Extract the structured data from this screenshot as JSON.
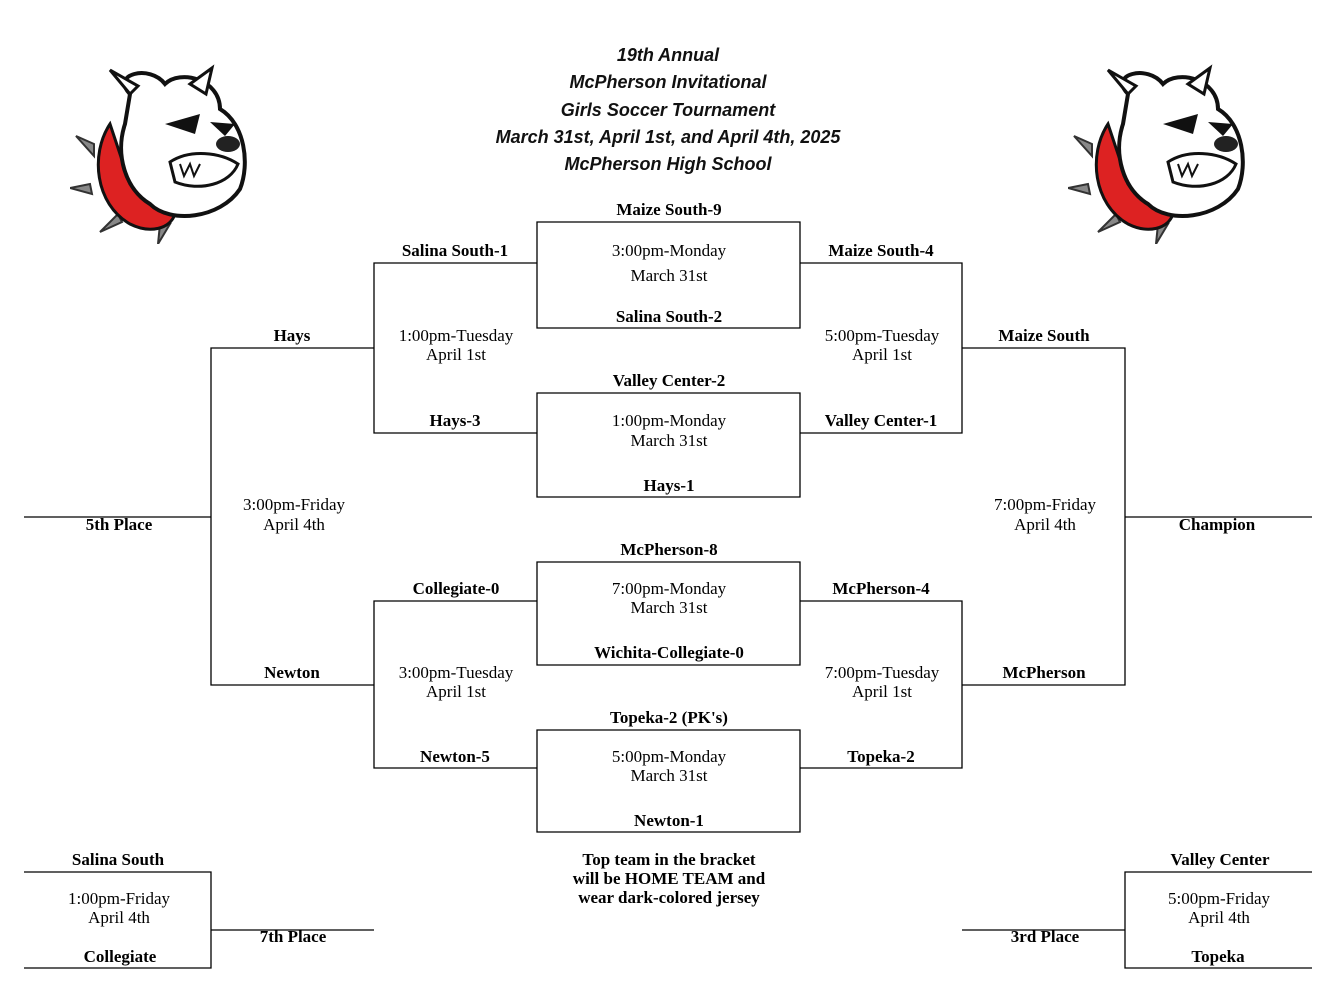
{
  "header": {
    "line1": "19th Annual",
    "line2": "McPherson Invitational",
    "line3": "Girls Soccer Tournament",
    "line4": "March 31st, April 1st, and April 4th, 2025",
    "line5": "McPherson High School"
  },
  "logos": {
    "left": "bulldog-mascot",
    "right": "bulldog-mascot"
  },
  "first_round": [
    {
      "top": "Maize South-9",
      "time": "3:00pm-Monday",
      "date": "March 31st",
      "bottom": "Salina South-2"
    },
    {
      "top": "Valley Center-2",
      "time": "1:00pm-Monday",
      "date": "March 31st",
      "bottom": "Hays-1"
    },
    {
      "top": "McPherson-8",
      "time": "7:00pm-Monday",
      "date": "March 31st",
      "bottom": "Wichita-Collegiate-0"
    },
    {
      "top": "Topeka-2 (PK's)",
      "time": "5:00pm-Monday",
      "date": "March 31st",
      "bottom": "Newton-1"
    }
  ],
  "consolation_semis": [
    {
      "top": "Salina South-1",
      "bottom": "Hays-3",
      "time": "1:00pm-Tuesday",
      "date": "April 1st"
    },
    {
      "top": "Collegiate-0",
      "bottom": "Newton-5",
      "time": "3:00pm-Tuesday",
      "date": "April 1st"
    }
  ],
  "winner_semis": [
    {
      "top": "Maize South-4",
      "bottom": "Valley Center-1",
      "time": "5:00pm-Tuesday",
      "date": "April 1st"
    },
    {
      "top": "McPherson-4",
      "bottom": "Topeka-2",
      "time": "7:00pm-Tuesday",
      "date": "April 1st"
    }
  ],
  "fifth_place_game": {
    "top": "Hays",
    "bottom": "Newton",
    "time": "3:00pm-Friday",
    "date": "April 4th",
    "result": "5th Place"
  },
  "championship_game": {
    "top": "Maize South",
    "bottom": "McPherson",
    "time": "7:00pm-Friday",
    "date": "April 4th",
    "result": "Champion"
  },
  "seventh_place_game": {
    "top": "Salina South",
    "bottom": "Collegiate",
    "time": "1:00pm-Friday",
    "date": "April 4th",
    "result": "7th Place"
  },
  "third_place_game": {
    "top": "Valley Center",
    "bottom": "Topeka",
    "time": "5:00pm-Friday",
    "date": "April 4th",
    "result": "3rd Place"
  },
  "note": {
    "line1": "Top team in the bracket",
    "line2": "will be HOME TEAM and",
    "line3": "wear dark-colored jersey"
  }
}
